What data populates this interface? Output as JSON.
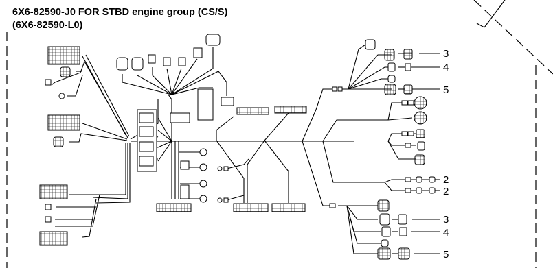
{
  "diagram": {
    "title_line1": "6X6-82590-J0  FOR  STBD engine group (CS/S)",
    "title_line2": "(6X6-82590-L0)",
    "callouts": {
      "top_3": "3",
      "top_4": "4",
      "top_5": "5",
      "mid_2a": "2",
      "mid_2b": "2",
      "bot_3": "3",
      "bot_4": "4",
      "bot_5": "5"
    }
  }
}
